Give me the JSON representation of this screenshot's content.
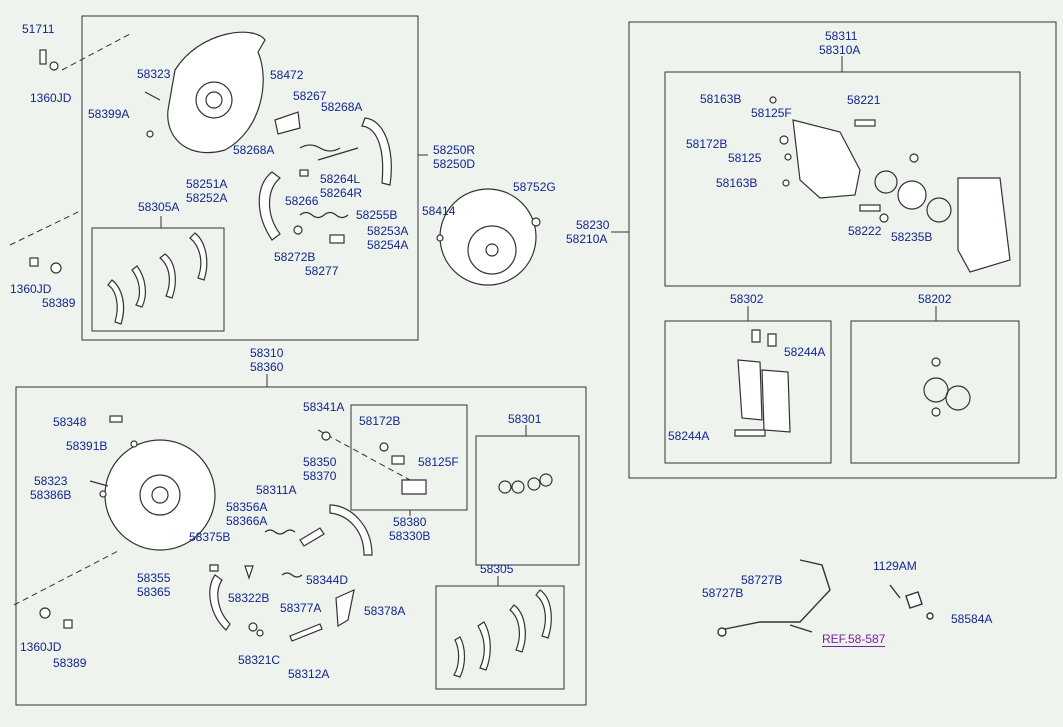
{
  "labels": {
    "p51711": "51711",
    "p1360jd_a": "1360JD",
    "p58323_a": "58323",
    "p58399a": "58399A",
    "p58472": "58472",
    "p58267": "58267",
    "p58268a_a": "58268A",
    "p58268a_b": "58268A",
    "p58250r": "58250R",
    "p58250d": "58250D",
    "p58251a": "58251A",
    "p58252a": "58252A",
    "p58264l": "58264L",
    "p58264r": "58264R",
    "p58266": "58266",
    "p58255b": "58255B",
    "p58253a": "58253A",
    "p58254a": "58254A",
    "p58272b": "58272B",
    "p58277": "58277",
    "p58305a": "58305A",
    "p1360jd_b": "1360JD",
    "p58389_a": "58389",
    "p58414": "58414",
    "p58752g": "58752G",
    "p58311": "58311",
    "p58310a": "58310A",
    "p58163b_a": "58163B",
    "p58221": "58221",
    "p58125f_a": "58125F",
    "p58172b_a": "58172B",
    "p58125": "58125",
    "p58163b_b": "58163B",
    "p58230": "58230",
    "p58210a": "58210A",
    "p58222": "58222",
    "p58235b": "58235B",
    "p58302": "58302",
    "p58202": "58202",
    "p58244a_a": "58244A",
    "p58244a_b": "58244A",
    "p58310": "58310",
    "p58360": "58360",
    "p58348": "58348",
    "p58391b": "58391B",
    "p58323_b": "58323",
    "p58386b": "58386B",
    "p58341a": "58341A",
    "p58172b_b": "58172B",
    "p58125f_b": "58125F",
    "p58350": "58350",
    "p58370": "58370",
    "p58301": "58301",
    "p58311a": "58311A",
    "p58356a": "58356A",
    "p58366a": "58366A",
    "p58375b": "58375B",
    "p58380": "58380",
    "p58330b": "58330B",
    "p58355": "58355",
    "p58365": "58365",
    "p58344d": "58344D",
    "p58322b": "58322B",
    "p58377a": "58377A",
    "p58378a": "58378A",
    "p58305": "58305",
    "p1360jd_c": "1360JD",
    "p58389_b": "58389",
    "p58321c": "58321C",
    "p58312a": "58312A",
    "p1129am": "1129AM",
    "p58727b_a": "58727B",
    "p58727b_b": "58727B",
    "p58584a": "58584A",
    "ref": "REF.58-587"
  },
  "colors": {
    "label": "#12268f",
    "ref": "#7a1fa0",
    "line": "#333333",
    "background": "#eef3ee"
  }
}
